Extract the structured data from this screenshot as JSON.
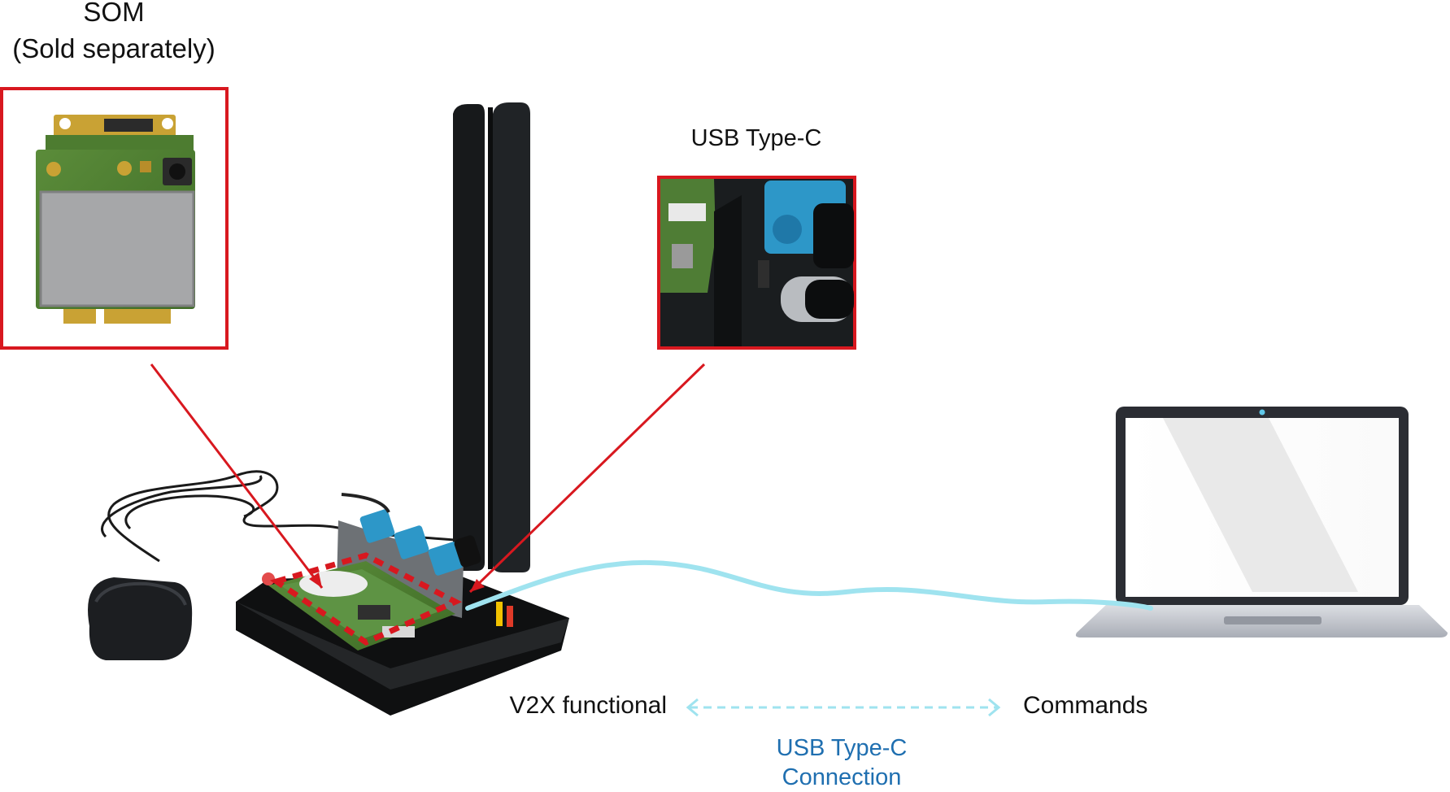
{
  "labels": {
    "som_line1": "SOM",
    "som_line2": "(Sold separately)",
    "usb_type_c_title": "USB Type-C",
    "v2x_functional": "V2X functional",
    "commands": "Commands",
    "connection_line1": "USB Type-C",
    "connection_line2": "Connection"
  },
  "colors": {
    "callout_red": "#d8181f",
    "cable_cyan": "#9fe3ef",
    "connection_text": "#1f6fb0",
    "laptop_frame": "#2b2d33",
    "laptop_base": "#c4c7ce"
  },
  "icons": [
    "som-module-image",
    "usb-type-c-closeup-image",
    "v2x-board-image",
    "antenna-icon",
    "gps-puck-icon",
    "laptop-icon",
    "double-arrow-icon"
  ]
}
